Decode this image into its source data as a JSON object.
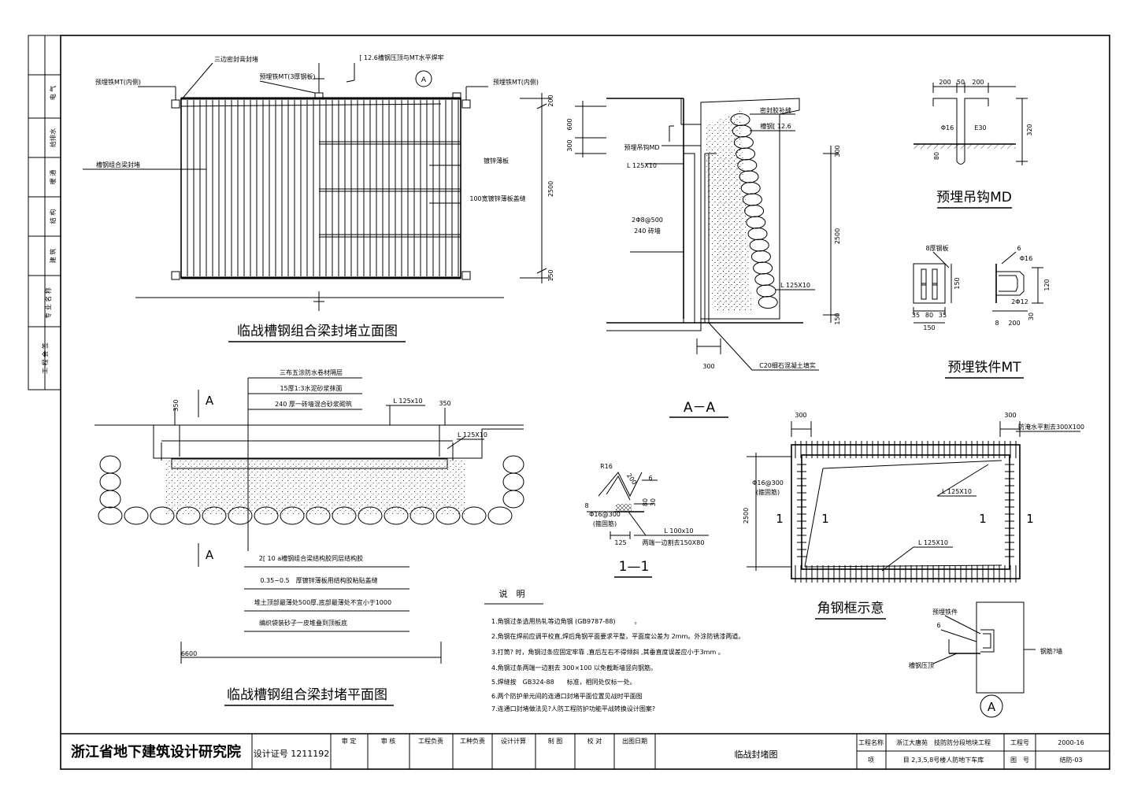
{
  "institute": "浙江省地下建筑设计研究院",
  "certificate": "设计证号 1211192",
  "sheet_title": "临战封堵图",
  "signature_boxes": [
    "审 定",
    "审 核",
    "工程负责",
    "工种负责",
    "设计计算",
    "制 图",
    "校 对",
    "出图日期"
  ],
  "project_info": {
    "project_label": "工程名称",
    "project_name": "浙江大唐苑　技防防分段地块工程",
    "item_label": "项",
    "item_value": "目 2,3,5,8号楼人防地下车库",
    "project_no_label": "工程号",
    "project_no": "2000-16",
    "drawing_no_label": "图　号",
    "drawing_no": "结防-03"
  },
  "side_strip": [
    "电 气",
    "给排水",
    "暖 通",
    "结 构",
    "建 筑",
    "专 业 名 称",
    "工 程 会 签"
  ],
  "views": {
    "elevation": {
      "title": "临战槽钢组合梁封堵立面图",
      "labels": {
        "embed_left": "预埋铁MT(内侧)",
        "embed_right": "预埋铁MT(内侧)",
        "seal_three": "三边密封膏封堵",
        "embed_plate": "预埋铁MT(3厚钢板)",
        "channel_top": "[ 12.6槽钢压顶与MT水平焊牢",
        "beam": "槽钢组合梁封堵",
        "zinc_plate": "镀锌薄板",
        "zinc_strip": "100宽镀锌薄板盖缝",
        "dim_top": "200",
        "dim_height": "2500",
        "dim_bottom": "150",
        "callout": "A"
      }
    },
    "section_aa": {
      "title": "A－A",
      "labels": {
        "sealant": "密封胶补缝",
        "channel": "槽钢[ 12.6",
        "hook": "预埋吊钩MD",
        "angle1": "L 125X10",
        "rebar": "2Φ8@500",
        "brick": "240 砖墙",
        "angle2": "L 125X10",
        "concrete": "C20细石混凝土填实",
        "dim_600": "600",
        "dim_300": "300",
        "dim_300b": "300",
        "dim_2500": "2500",
        "dim_150": "150",
        "dim_w": "300"
      }
    },
    "plan": {
      "title": "临战槽钢组合梁封堵平面图",
      "labels": {
        "layer1": "三布五涂防水卷材隔层",
        "layer2": "15厚1:3水泥砂浆抹面",
        "layer3": "240 厚一砖墙混合砂浆砌筑",
        "angle_top": "L 125x10",
        "angle_side": "L 125X10",
        "dim_left": "350",
        "dim_right": "350",
        "cut_a1": "A",
        "cut_a2": "A",
        "note1": "2[ 10 a槽钢组合梁结构胶同层结构胶",
        "note2": "0.35~0.5　厚镀锌薄板用结构胶粘贴盖缝",
        "note3": "堆土顶部最薄处500厚,底部最薄处不宜小于1000",
        "note4": "编织袋装砂子一皮堆叠到顶板底",
        "dim_total": "6600"
      }
    },
    "hook_md": {
      "title": "预埋吊钩MD",
      "labels": {
        "d200a": "200",
        "d50": "50",
        "d200b": "200",
        "d320": "320",
        "bar": "Φ16",
        "weld": "E30",
        "d80": "80"
      }
    },
    "mt": {
      "title": "预埋铁件MT",
      "labels": {
        "plate": "8厚钢板",
        "d6": "6",
        "bar": "Φ16",
        "d150": "150",
        "d120": "120",
        "d35a": "35",
        "d80": "80",
        "d35b": "35",
        "d150w": "150",
        "d8": "8",
        "d200": "200",
        "d20": "2Φ12",
        "d30": "30"
      }
    },
    "section_11": {
      "title": "1—1",
      "labels": {
        "r16": "R16",
        "d200": "200",
        "d6": "6",
        "d80": "80",
        "d30": "30",
        "rebar": "Φ16@300\n(箍固筋)",
        "rebar1": "Φ16@300",
        "rebar2": "(箍固筋)",
        "d125": "125",
        "angle": "L 100x10",
        "note": "两端一边割去150X80",
        "d8": "8"
      }
    },
    "angle_frame": {
      "title": "角钢框示意",
      "labels": {
        "d300l": "300",
        "d300r": "300",
        "note": "防淹水平割去300X100",
        "rebar1": "Φ16@300",
        "rebar2": "(箍固筋)",
        "d2500": "2500",
        "cut1a": "1",
        "cut1b": "1",
        "cut1c": "1",
        "cut1d": "1",
        "angle1": "L 125X10",
        "angle2": "L 125X10"
      }
    },
    "detail_a": {
      "labels": {
        "embed": "预埋铁件",
        "d6": "6",
        "channel": "槽钢压顶",
        "wall": "钢筋?墙",
        "callout": "A"
      }
    }
  },
  "notes": {
    "heading": "说　明",
    "items": [
      "1.角钢过条选用热轧等边角钢 (GB9787-88)　　　。",
      "2.角钢在焊前应调平校直,焊后角钢平面要求平整，平面度公差为 2mm。外涂防锈漆两道。",
      "3.打筒? 时，角钢过条应固定牢靠 ,直后左右不得倾斜 ,其垂直度误差应小于3mm 。",
      "4.角钢过条两端一边割去 300×100 以免截断墙竖向钢筋。",
      "5.焊缝按　GB324-88　　标准，相同处仅标一处。",
      "6.两个防护单元间的连通口封堵平面位置见战时平面图",
      "7.连通口封堵做法见?人防工程防护功能平战转换设计图案?"
    ]
  }
}
